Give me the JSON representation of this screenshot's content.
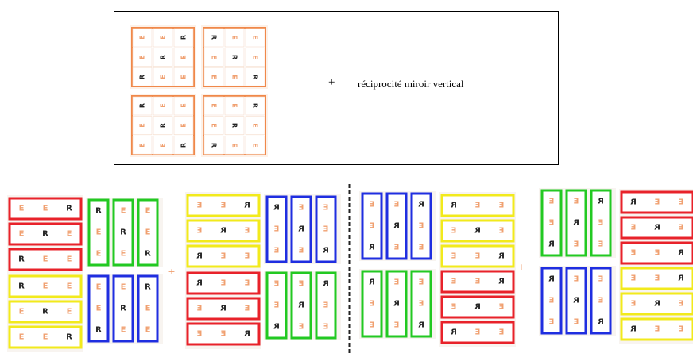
{
  "top_box": {
    "plus": "+",
    "caption": "réciprocité miroir vertical",
    "orange_color": "#f0884a",
    "grids": [
      [
        [
          "E",
          "E",
          "R"
        ],
        [
          "E",
          "R",
          "E"
        ],
        [
          "R",
          "E",
          "E"
        ]
      ],
      [
        [
          "R",
          "E",
          "E"
        ],
        [
          "E",
          "R",
          "E"
        ],
        [
          "E",
          "E",
          "R"
        ]
      ],
      [
        [
          "R",
          "E",
          "E"
        ],
        [
          "E",
          "R",
          "E"
        ],
        [
          "E",
          "E",
          "R"
        ]
      ],
      [
        [
          "E",
          "E",
          "R"
        ],
        [
          "E",
          "R",
          "E"
        ],
        [
          "R",
          "E",
          "E"
        ]
      ]
    ]
  },
  "colors": {
    "red": "#e8222a",
    "green": "#22c922",
    "blue": "#1f2ee0",
    "yellow": "#f2ea1c",
    "letter_e": "#f0a070",
    "letter_r": "#222222",
    "plus_small": "#f0a070",
    "divider": "#222222"
  },
  "small_plus": "+",
  "groups": [
    {
      "name": "group-1",
      "blocks": [
        {
          "color": "red",
          "orient": "h",
          "cells": [
            [
              "E",
              "E",
              "R"
            ],
            [
              "E",
              "R",
              "E"
            ],
            [
              "R",
              "E",
              "E"
            ]
          ]
        },
        {
          "color": "green",
          "orient": "v",
          "cells": [
            [
              "R",
              "E",
              "E"
            ],
            [
              "E",
              "R",
              "E"
            ],
            [
              "E",
              "E",
              "R"
            ]
          ]
        },
        {
          "color": "yellow",
          "orient": "h",
          "cells": [
            [
              "R",
              "E",
              "E"
            ],
            [
              "E",
              "R",
              "E"
            ],
            [
              "E",
              "E",
              "R"
            ]
          ]
        },
        {
          "color": "blue",
          "orient": "v",
          "cells": [
            [
              "E",
              "E",
              "R"
            ],
            [
              "E",
              "R",
              "E"
            ],
            [
              "R",
              "E",
              "E"
            ]
          ]
        }
      ]
    },
    {
      "name": "group-2",
      "blocks": [
        {
          "color": "yellow",
          "orient": "h",
          "cells": [
            [
              "E",
              "E",
              "R"
            ],
            [
              "E",
              "R",
              "E"
            ],
            [
              "R",
              "E",
              "E"
            ]
          ],
          "mirror": true
        },
        {
          "color": "blue",
          "orient": "v",
          "cells": [
            [
              "R",
              "E",
              "E"
            ],
            [
              "E",
              "R",
              "E"
            ],
            [
              "E",
              "E",
              "R"
            ]
          ],
          "mirror": true
        },
        {
          "color": "red",
          "orient": "h",
          "cells": [
            [
              "R",
              "E",
              "E"
            ],
            [
              "E",
              "R",
              "E"
            ],
            [
              "E",
              "E",
              "R"
            ]
          ],
          "mirror": true
        },
        {
          "color": "green",
          "orient": "v",
          "cells": [
            [
              "E",
              "E",
              "R"
            ],
            [
              "E",
              "R",
              "E"
            ],
            [
              "R",
              "E",
              "E"
            ]
          ],
          "mirror": true
        }
      ]
    },
    {
      "name": "group-3",
      "blocks": [
        {
          "color": "blue",
          "orient": "v",
          "cells": [
            [
              "E",
              "E",
              "R"
            ],
            [
              "E",
              "R",
              "E"
            ],
            [
              "R",
              "E",
              "E"
            ]
          ],
          "mirror": true
        },
        {
          "color": "yellow",
          "orient": "h",
          "cells": [
            [
              "R",
              "E",
              "E"
            ],
            [
              "E",
              "R",
              "E"
            ],
            [
              "E",
              "E",
              "R"
            ]
          ],
          "mirror": true
        },
        {
          "color": "green",
          "orient": "v",
          "cells": [
            [
              "R",
              "E",
              "E"
            ],
            [
              "E",
              "R",
              "E"
            ],
            [
              "E",
              "E",
              "R"
            ]
          ],
          "mirror": true
        },
        {
          "color": "red",
          "orient": "h",
          "cells": [
            [
              "E",
              "E",
              "R"
            ],
            [
              "E",
              "R",
              "E"
            ],
            [
              "R",
              "E",
              "E"
            ]
          ],
          "mirror": true
        }
      ]
    },
    {
      "name": "group-4",
      "blocks": [
        {
          "color": "green",
          "orient": "v",
          "cells": [
            [
              "E",
              "E",
              "R"
            ],
            [
              "E",
              "R",
              "E"
            ],
            [
              "R",
              "E",
              "E"
            ]
          ],
          "mirror": true
        },
        {
          "color": "red",
          "orient": "h",
          "cells": [
            [
              "R",
              "E",
              "E"
            ],
            [
              "E",
              "R",
              "E"
            ],
            [
              "E",
              "E",
              "R"
            ]
          ],
          "mirror": true
        },
        {
          "color": "blue",
          "orient": "v",
          "cells": [
            [
              "R",
              "E",
              "E"
            ],
            [
              "E",
              "R",
              "E"
            ],
            [
              "E",
              "E",
              "R"
            ]
          ],
          "mirror": true
        },
        {
          "color": "yellow",
          "orient": "h",
          "cells": [
            [
              "E",
              "E",
              "R"
            ],
            [
              "E",
              "R",
              "E"
            ],
            [
              "R",
              "E",
              "E"
            ]
          ],
          "mirror": true
        }
      ]
    }
  ]
}
